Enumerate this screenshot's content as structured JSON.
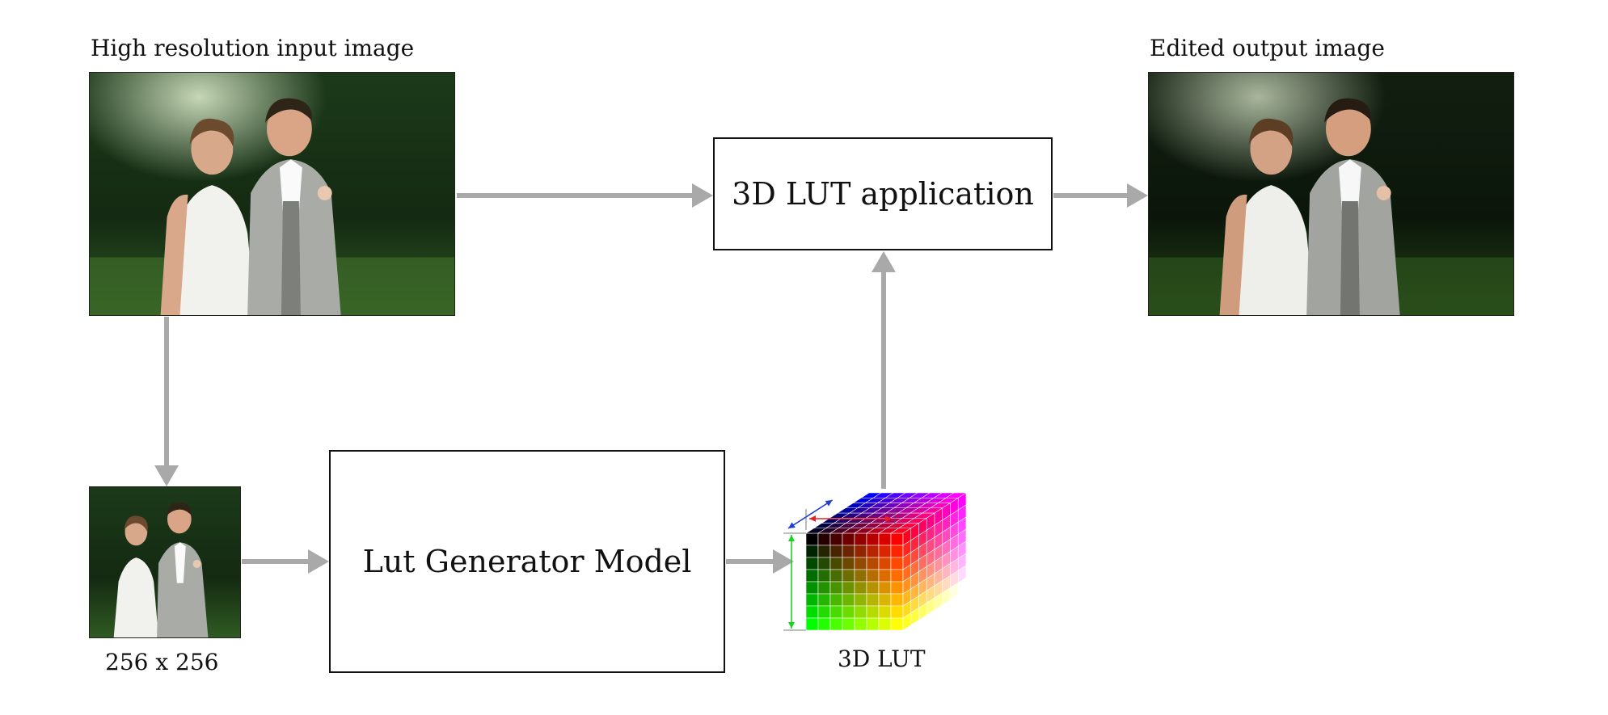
{
  "labels": {
    "input_image": "High resolution input image",
    "output_image": "Edited output image",
    "thumbnail_size": "256 x 256",
    "lut": "3D LUT"
  },
  "boxes": {
    "lut_application": "3D LUT application",
    "generator_model": "Lut Generator Model"
  },
  "colors": {
    "arrow": "#a9a9a9",
    "box_border": "#111111",
    "lut_axis_r": "#e8202a",
    "lut_axis_g": "#1fd11f",
    "lut_axis_b": "#1f3fd1"
  }
}
